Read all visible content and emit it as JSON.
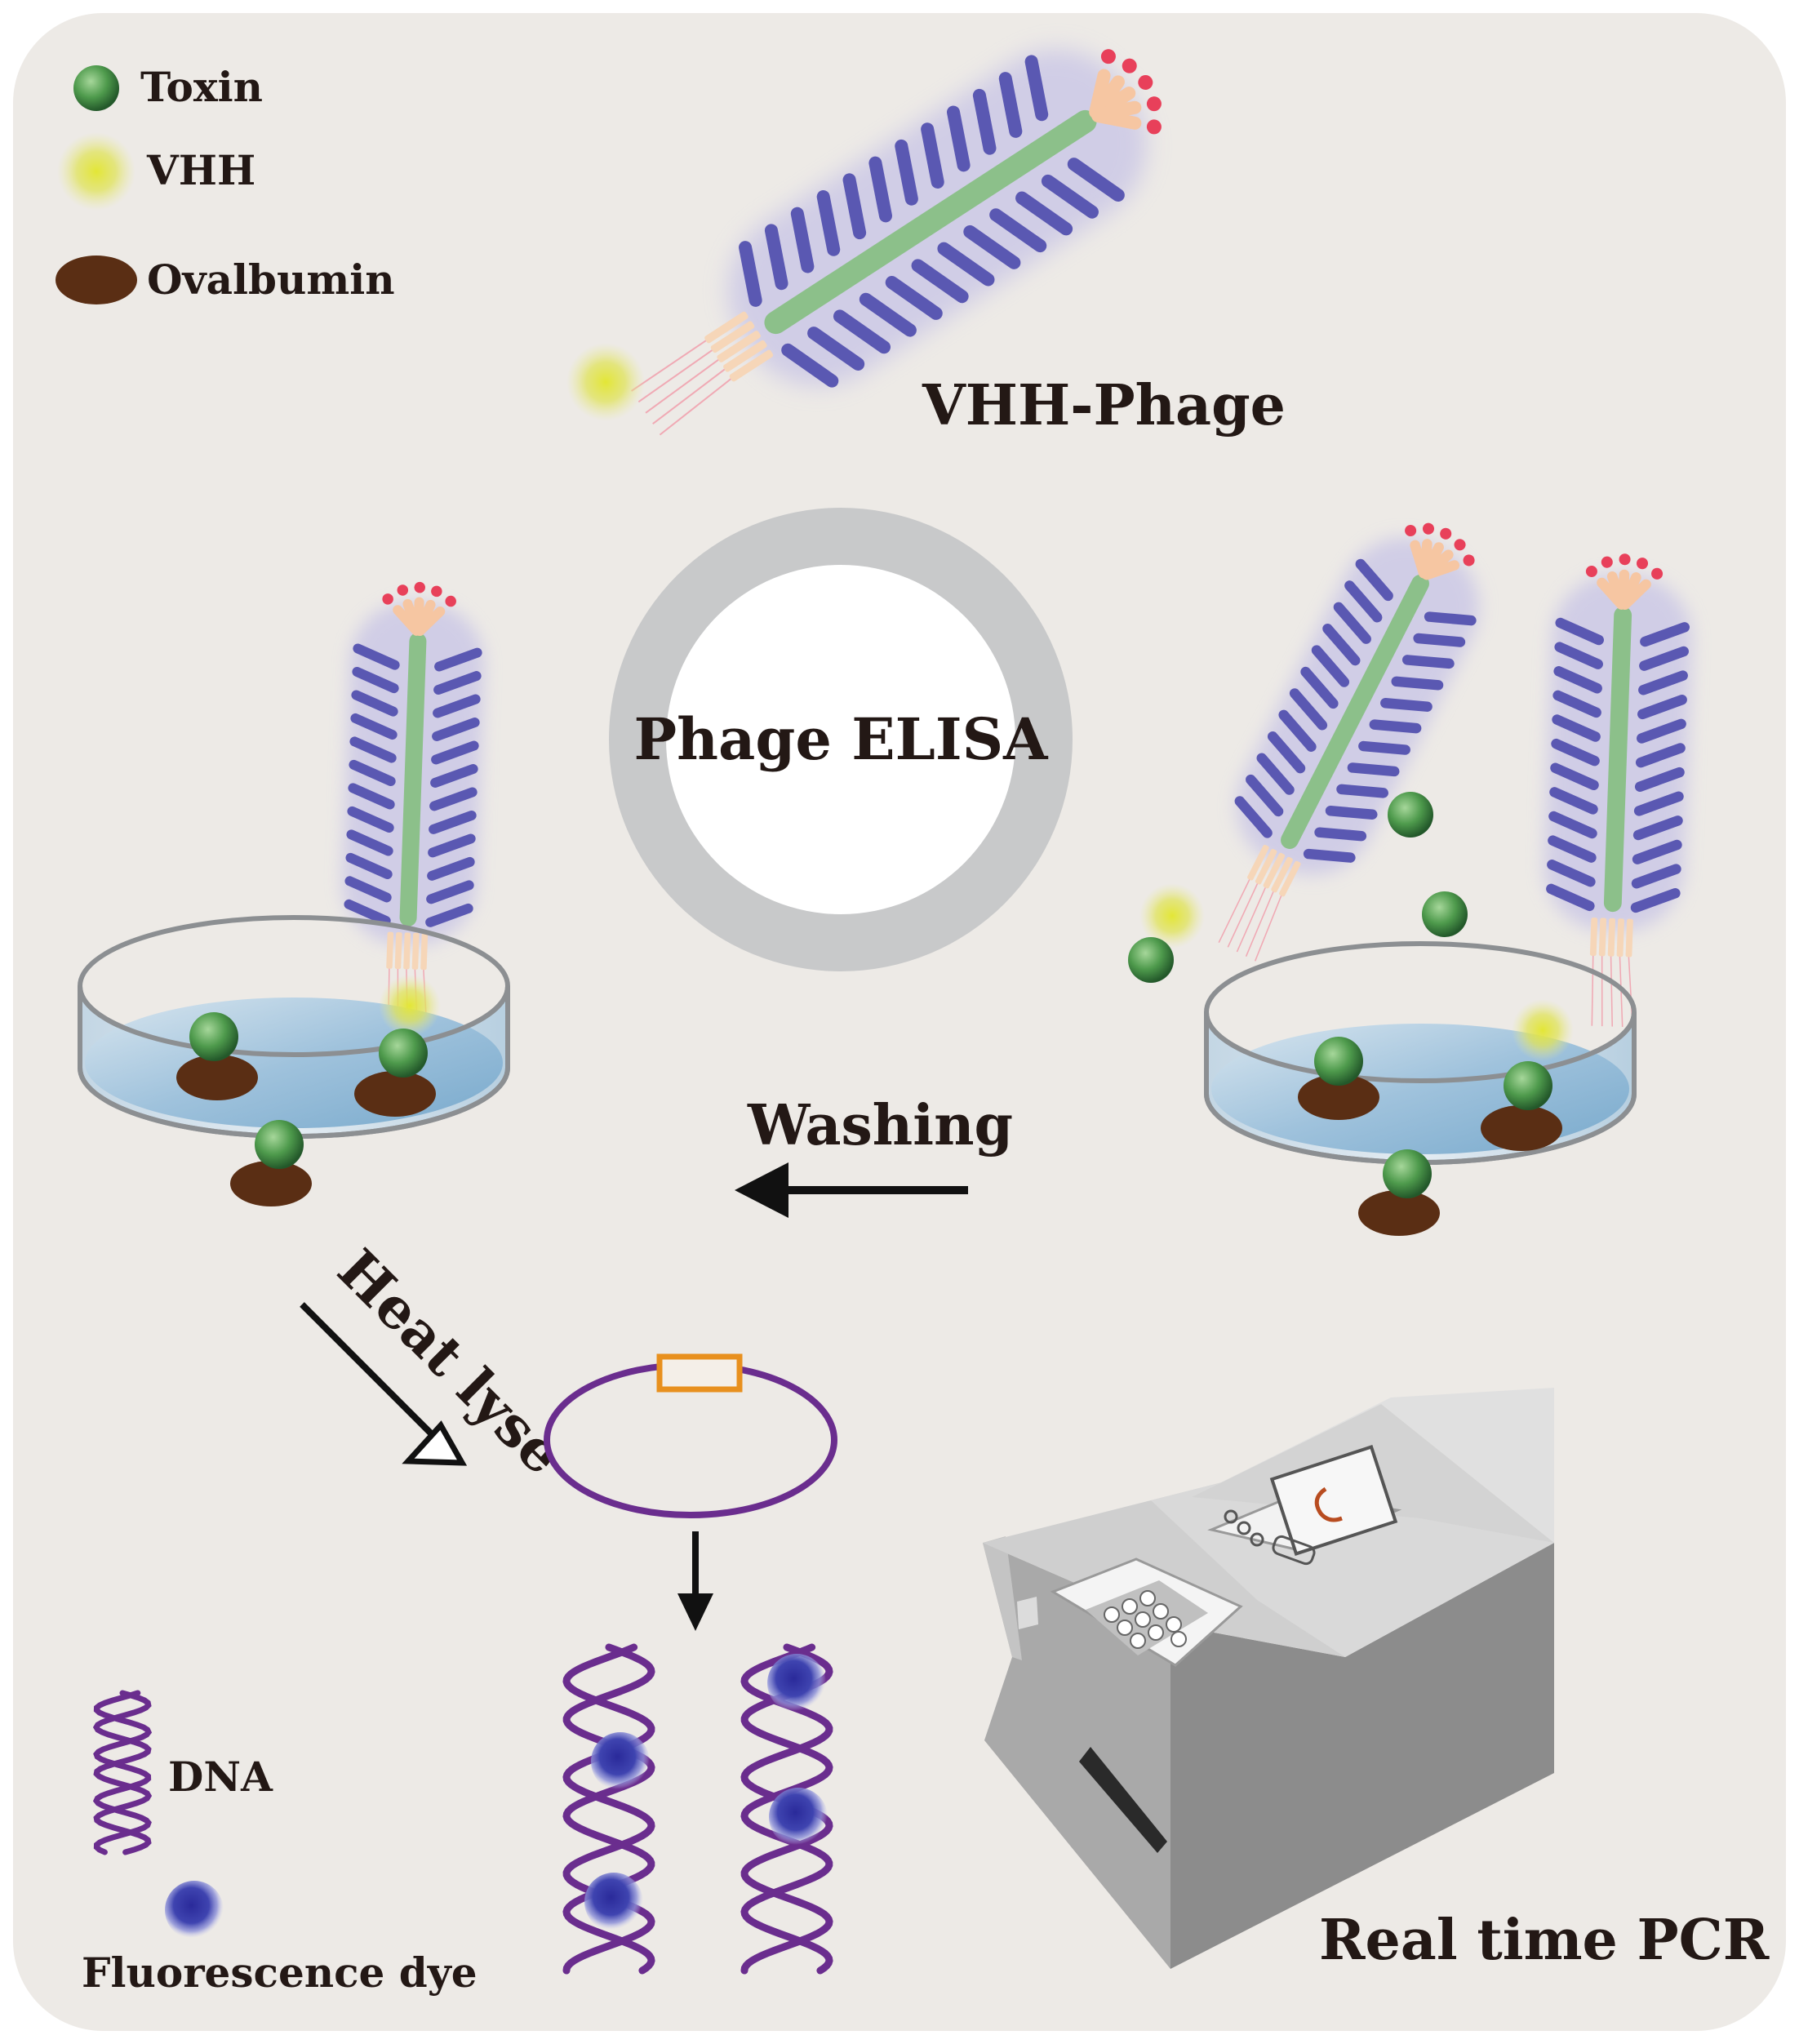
{
  "legend": {
    "toxin": "Toxin",
    "vhh": "VHH",
    "ovalbumin": "Ovalbumin",
    "dna": "DNA",
    "fluorescence_dye": "Fluorescence dye"
  },
  "labels": {
    "vhh_phage": "VHH-Phage",
    "phage_elisa": "Phage ELISA",
    "washing": "Washing",
    "heat_lyse": "Heat lyse",
    "real_time_pcr": "Real time PCR"
  },
  "colors": {
    "background": "#edeae6",
    "ring": "#c8c9ca",
    "phage_side": "#5a58b2",
    "phage_core": "#8cc08a",
    "toxin": "#4e9a4c",
    "vhh": "#d8dd3a",
    "ovalbumin": "#5a2e14",
    "dna": "#6a2d8e",
    "dye": "#3a3aa0",
    "plasmid": "#6a2d8e",
    "marker": "#e8901e",
    "tip": "#e8405a",
    "machine": "#bcbcbc"
  },
  "icons": {
    "toxin": "toxin-sphere-icon",
    "vhh": "vhh-glow-icon",
    "ovalbumin": "ovalbumin-ellipse-icon",
    "dna": "dna-helix-icon",
    "dye": "fluorescence-dye-icon",
    "phage": "phage-icon",
    "dish": "petri-dish-icon",
    "plasmid": "plasmid-icon",
    "pcr": "pcr-machine-icon"
  }
}
